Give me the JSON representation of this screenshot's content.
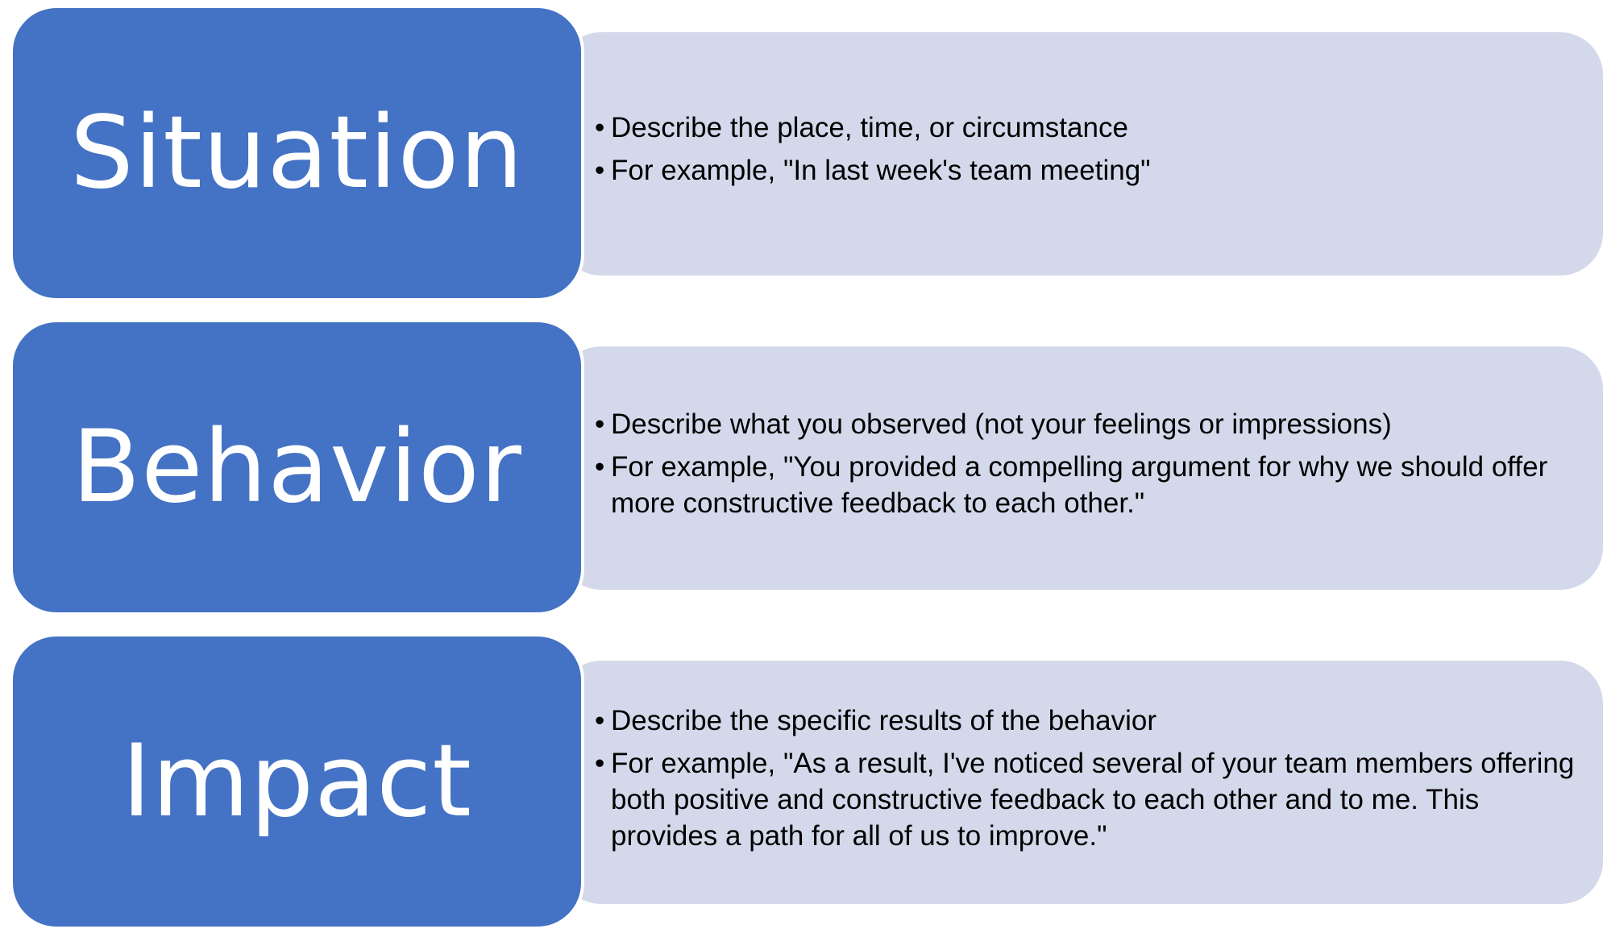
{
  "colors": {
    "label_fill": "#4472c4",
    "detail_fill": "#d3d9ea",
    "label_text": "#ffffff",
    "detail_text": "#000000"
  },
  "rows": [
    {
      "label": "Situation",
      "bullets": [
        "Describe the place, time, or circumstance",
        "For example, \"In last week's team meeting\""
      ]
    },
    {
      "label": "Behavior",
      "bullets": [
        "Describe what you observed (not your feelings or impressions)",
        "For example, \"You provided a compelling argument for why we should offer more constructive feedback to each other.\""
      ]
    },
    {
      "label": "Impact",
      "bullets": [
        "Describe the specific results of the behavior",
        "For example, \"As a result, I've noticed several of your team members offering both positive and constructive feedback to each other and to me. This provides a path for all of us to improve.\""
      ]
    }
  ]
}
